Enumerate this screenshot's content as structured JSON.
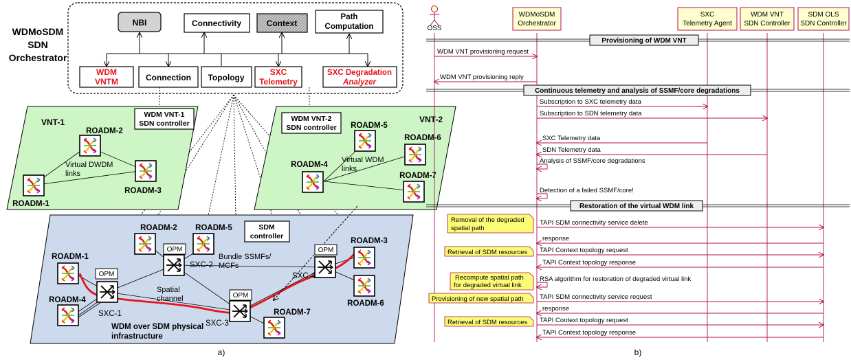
{
  "left": {
    "orchestrator_title": [
      "WDMoSDM",
      "SDN",
      "Orchestrator"
    ],
    "nbi": "NBI",
    "connectivity": "Connectivity",
    "context": "Context",
    "path_computation": [
      "Path",
      "Computation"
    ],
    "wdm_vntm": [
      "WDM",
      "VNTM"
    ],
    "connection": "Connection",
    "topology": "Topology",
    "sxc_telemetry": [
      "SXC",
      "Telemetry"
    ],
    "sxc_degradation": [
      "SXC Degradation",
      "Analyzer"
    ],
    "vnt1": "VNT-1",
    "vnt1_controller": [
      "WDM VNT-1",
      "SDN controller"
    ],
    "vnt2": "VNT-2",
    "vnt2_controller": [
      "WDM VNT-2",
      "SDN controller"
    ],
    "virtual_dwdm": [
      "Virtual DWDM",
      "links"
    ],
    "virtual_wdm": [
      "Virtual WDM",
      "links"
    ],
    "sdm_controller": [
      "SDM",
      "controller"
    ],
    "bundle": [
      "Bundle SSMFs/",
      "MCFs"
    ],
    "spatial_channel": [
      "Spatial",
      "channel"
    ],
    "infra": [
      "WDM over SDM physical",
      "infrastructure"
    ],
    "opm": "OPM",
    "roadms": {
      "v1_r1": "ROADM-1",
      "v1_r2": "ROADM-2",
      "v1_r3": "ROADM-3",
      "v2_r4": "ROADM-4",
      "v2_r5": "ROADM-5",
      "v2_r6": "ROADM-6",
      "v2_r7": "ROADM-7",
      "p_r1": "ROADM-1",
      "p_r2": "ROADM-2",
      "p_r3": "ROADM-3",
      "p_r4": "ROADM-4",
      "p_r5": "ROADM-5",
      "p_r6": "ROADM-6",
      "p_r7": "ROADM-7"
    },
    "sxc": {
      "s1": "SXC-1",
      "s2": "SXC-2",
      "s3": "SXC-3",
      "s4": "SXC-4"
    },
    "caption": "a)"
  },
  "right": {
    "participants": {
      "oss": "OSS",
      "orch": [
        "WDMoSDM",
        "Orchestrator"
      ],
      "sxc": [
        "SXC",
        "Telemetry Agent"
      ],
      "vnt": [
        "WDM VNT",
        "SDN Controller"
      ],
      "ols": [
        "SDM OLS",
        "SDN Controller"
      ]
    },
    "dividers": {
      "d1": "Provisioning of WDM VNT",
      "d2": "Continuous telemetry and analysis of SSMF/core degradations",
      "d3": "Restoration of the virtual WDM link"
    },
    "messages": {
      "m1": "WDM VNT provisioning request",
      "m2": "WDM VNT provisioning reply",
      "m3": "Subscription to SXC telemetry data",
      "m4": "Subscription to SDN telemetry data",
      "m5": "SXC Telemetry data",
      "m6": "SDN Telemetry data",
      "m7": "Analysis of SSMF/core degradations",
      "m8": "Detection of a failed SSMF/core!",
      "m9": "TAPI SDM connectivity service delete",
      "m10": "response",
      "m11": "TAPI Context topology request",
      "m12": "TAPI Context topology response",
      "m13": "RSA algorithm for restoration of degraded virtual link",
      "m14": "TAPI SDM connectivity service request",
      "m15": "response",
      "m16": "TAPI Context topology request",
      "m17": "TAPI Context topology response"
    },
    "notes": {
      "n1": [
        "Removal of the degraded",
        "spatial path"
      ],
      "n2": "Retrieval of SDM resources",
      "n3": [
        "Recompute spatial path",
        "for degraded virtual link"
      ],
      "n4": "Provisioning of new spatial path",
      "n5": "Retrieval of SDM resources"
    },
    "caption": "b)"
  },
  "colors": {
    "vnt_green": "#cdf5c5",
    "physical_blue": "#cdd9ec",
    "red_text": "#e8141b",
    "path_red": "#e8141b",
    "seq_line": "#b0104a",
    "participant_fill": "#fefece",
    "participant_border": "#b0104a",
    "note_fill": "#fbfb77"
  }
}
